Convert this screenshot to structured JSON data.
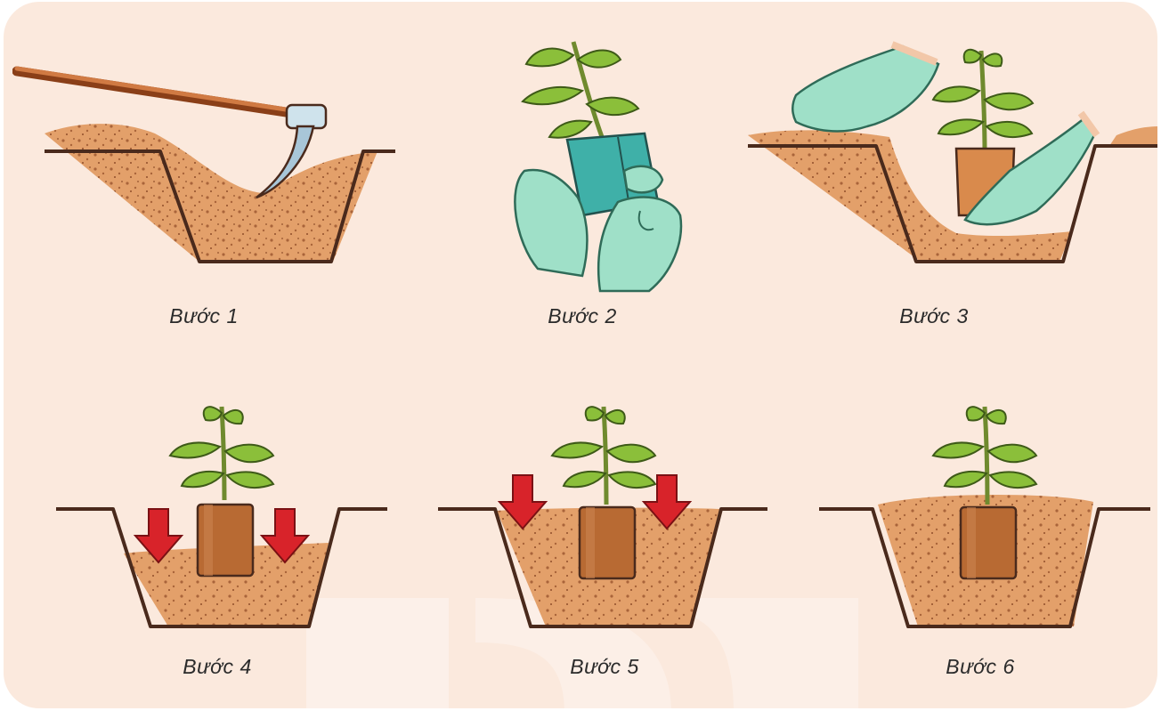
{
  "steps": [
    {
      "label": "Bước 1"
    },
    {
      "label": "Bước 2"
    },
    {
      "label": "Bước 3"
    },
    {
      "label": "Bước 4"
    },
    {
      "label": "Bước 5"
    },
    {
      "label": "Bước 6"
    }
  ],
  "colors": {
    "background": "#fbe9dd",
    "soil": "#e3a06a",
    "soil_dots": "#a9643a",
    "outline": "#4a2a1c",
    "arrow": "#d8232a",
    "glove": "#9fe0c8",
    "pot": "#b86a33",
    "leaf": "#8bbf3a"
  }
}
